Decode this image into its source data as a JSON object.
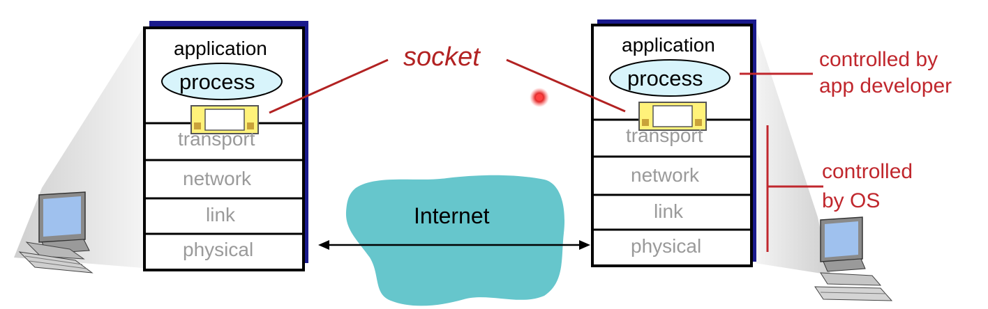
{
  "left_host": {
    "application": "application",
    "process": "process",
    "layers": [
      "transport",
      "network",
      "link",
      "physical"
    ]
  },
  "right_host": {
    "application": "application",
    "process": "process",
    "layers": [
      "transport",
      "network",
      "link",
      "physical"
    ]
  },
  "socket_label": "socket",
  "internet_label": "Internet",
  "controlled_by_app": [
    "controlled by",
    "app developer"
  ],
  "controlled_by_os": [
    "controlled",
    "by OS"
  ],
  "colors": {
    "annotation_red": "#c0272d",
    "stack_shadow_blue": "#1a1a8c",
    "cloud": "#66c6cc",
    "process_ellipse": "#d8f4fb",
    "socket_yellow": "#fff27a",
    "layer_text_gray": "#9a9a9a",
    "cone_gray": "#d6d6d6"
  },
  "icons": [
    "desktop-computer-icon",
    "desktop-computer-icon"
  ]
}
